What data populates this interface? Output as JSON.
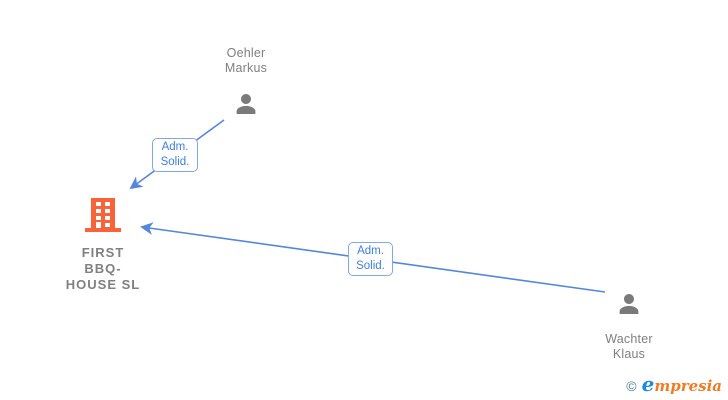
{
  "diagram": {
    "type": "company-relations-graph",
    "company": {
      "name": "FIRST BBQ-HOUSE SL",
      "name_lines": "FIRST\nBBQ-\nHOUSE SL",
      "icon": "building-icon",
      "icon_color": "#f9633a"
    },
    "persons": [
      {
        "name": "Oehler Markus",
        "name_lines": "Oehler\nMarkus",
        "icon": "person-icon",
        "icon_color": "#7a7a7a"
      },
      {
        "name": "Wachter Klaus",
        "name_lines": "Wachter\nKlaus",
        "icon": "person-icon",
        "icon_color": "#7a7a7a"
      }
    ],
    "edges": [
      {
        "from": "Oehler Markus",
        "to": "FIRST BBQ-HOUSE SL",
        "label": "Adm. Solid.",
        "label_lines": "Adm.\nSolid.",
        "arrow": "points-to-company"
      },
      {
        "from": "Wachter Klaus",
        "to": "FIRST BBQ-HOUSE SL",
        "label": "Adm. Solid.",
        "label_lines": "Adm.\nSolid.",
        "arrow": "points-to-company"
      }
    ],
    "colors": {
      "edge_line": "#5487db",
      "edge_label_text": "#3e7ee2",
      "edge_label_border": "#7ea9ef",
      "person_icon": "#7a7a7a",
      "person_label": "#7f7f7f",
      "company_label": "#808080",
      "building_orange": "#f9633a",
      "background": "#ffffff"
    }
  },
  "footer": {
    "copyright_symbol": "©",
    "brand_initial": "e",
    "brand_rest": "mpresia",
    "copyright_color": "#47809d",
    "brand_initial_color": "#1e88e5",
    "brand_rest_color": "#ef7c23"
  }
}
